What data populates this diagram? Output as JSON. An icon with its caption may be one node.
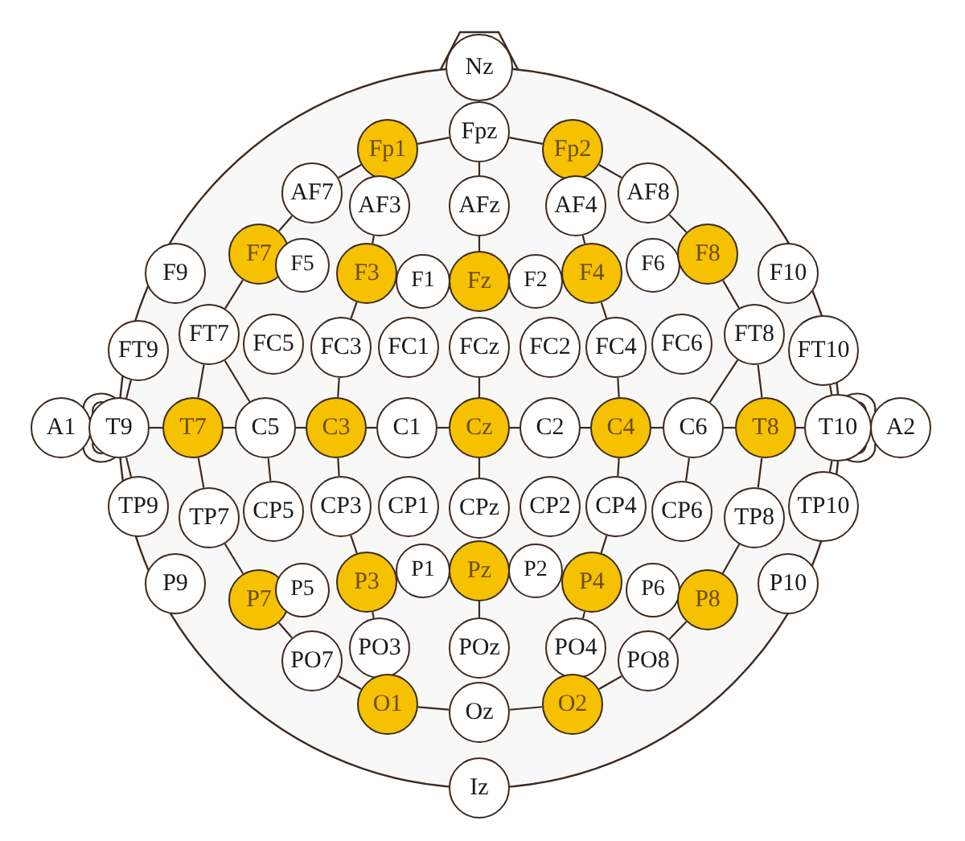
{
  "diagram": {
    "nodes": [
      {
        "text": [
          "Nz"
        ]
      },
      {
        "text": [
          "Fp1"
        ]
      },
      {
        "text": [
          "Fpz"
        ]
      },
      {
        "text": [
          "Fp2"
        ]
      },
      {
        "text": [
          "AF7"
        ]
      },
      {
        "text": [
          "AF3"
        ]
      },
      {
        "text": [
          "AFz"
        ]
      },
      {
        "text": [
          "AF4"
        ]
      },
      {
        "text": [
          "AF8"
        ]
      },
      {
        "text": [
          "F9"
        ]
      },
      {
        "text": [
          "F7"
        ]
      },
      {
        "text": [
          "F5"
        ]
      },
      {
        "text": [
          "F3"
        ]
      },
      {
        "text": [
          "F1"
        ]
      },
      {
        "text": [
          "Fz"
        ]
      },
      {
        "text": [
          "F2"
        ]
      },
      {
        "text": [
          "F4"
        ]
      },
      {
        "text": [
          "F6"
        ]
      },
      {
        "text": [
          "F8"
        ]
      },
      {
        "text": [
          "F10"
        ]
      },
      {
        "text": [
          "FT9"
        ]
      },
      {
        "text": [
          "FT7"
        ]
      },
      {
        "text": [
          "FC5"
        ]
      },
      {
        "text": [
          "FC3"
        ]
      },
      {
        "text": [
          "FC1"
        ]
      },
      {
        "text": [
          "FCz"
        ]
      },
      {
        "text": [
          "FC2"
        ]
      },
      {
        "text": [
          "FC4"
        ]
      },
      {
        "text": [
          "FC6"
        ]
      },
      {
        "text": [
          "FT8"
        ]
      },
      {
        "text": [
          "FT10"
        ]
      },
      {
        "text": [
          "A1"
        ]
      },
      {
        "text": [
          "T9"
        ]
      },
      {
        "text": [
          "T7"
        ]
      },
      {
        "text": [
          "C5"
        ]
      },
      {
        "text": [
          "C3"
        ]
      },
      {
        "text": [
          "C1"
        ]
      },
      {
        "text": [
          "Cz"
        ]
      },
      {
        "text": [
          "C2"
        ]
      },
      {
        "text": [
          "C4"
        ]
      },
      {
        "text": [
          "C6"
        ]
      },
      {
        "text": [
          "T8"
        ]
      },
      {
        "text": [
          "T10"
        ]
      },
      {
        "text": [
          "A2"
        ]
      },
      {
        "text": [
          "TP9"
        ]
      },
      {
        "text": [
          "TP7"
        ]
      },
      {
        "text": [
          "CP5"
        ]
      },
      {
        "text": [
          "CP3"
        ]
      },
      {
        "text": [
          "CP1"
        ]
      },
      {
        "text": [
          "CPz"
        ]
      },
      {
        "text": [
          "CP2"
        ]
      },
      {
        "text": [
          "CP4"
        ]
      },
      {
        "text": [
          "CP6"
        ]
      },
      {
        "text": [
          "TP8"
        ]
      },
      {
        "text": [
          "TP10"
        ]
      },
      {
        "text": [
          "P9"
        ]
      },
      {
        "text": [
          "P7"
        ]
      },
      {
        "text": [
          "P5"
        ]
      },
      {
        "text": [
          "P3"
        ]
      },
      {
        "text": [
          "P1"
        ]
      },
      {
        "text": [
          "Pz"
        ]
      },
      {
        "text": [
          "P2"
        ]
      },
      {
        "text": [
          "P4"
        ]
      },
      {
        "text": [
          "P6"
        ]
      },
      {
        "text": [
          "P8"
        ]
      },
      {
        "text": [
          "P10"
        ]
      },
      {
        "text": [
          "PO7"
        ]
      },
      {
        "text": [
          "PO3"
        ]
      },
      {
        "text": [
          "POz"
        ]
      },
      {
        "text": [
          "PO4"
        ]
      },
      {
        "text": [
          "PO8"
        ]
      },
      {
        "text": [
          "O1"
        ]
      },
      {
        "text": [
          "Oz"
        ]
      },
      {
        "text": [
          "O2"
        ]
      },
      {
        "text": [
          "Iz"
        ]
      }
    ],
    "edges": [
      {
        "from": 2,
        "to": 6,
        "arrow": "none"
      },
      {
        "from": 6,
        "to": 14,
        "arrow": "none"
      },
      {
        "from": 25,
        "to": 37,
        "arrow": "none"
      },
      {
        "from": 37,
        "to": 49,
        "arrow": "none"
      },
      {
        "from": 60,
        "to": 68,
        "arrow": "none"
      },
      {
        "from": 32,
        "to": 33,
        "arrow": "none"
      },
      {
        "from": 33,
        "to": 34,
        "arrow": "none"
      },
      {
        "from": 34,
        "to": 35,
        "arrow": "none"
      },
      {
        "from": 35,
        "to": 36,
        "arrow": "none"
      },
      {
        "from": 36,
        "to": 37,
        "arrow": "none"
      },
      {
        "from": 37,
        "to": 38,
        "arrow": "none"
      },
      {
        "from": 38,
        "to": 39,
        "arrow": "none"
      },
      {
        "from": 39,
        "to": 40,
        "arrow": "none"
      },
      {
        "from": 40,
        "to": 41,
        "arrow": "none"
      },
      {
        "from": 41,
        "to": 42,
        "arrow": "none"
      },
      {
        "from": 2,
        "to": 1,
        "arrow": "none"
      },
      {
        "from": 1,
        "to": 4,
        "arrow": "none"
      },
      {
        "from": 4,
        "to": 10,
        "arrow": "none"
      },
      {
        "from": 10,
        "to": 21,
        "arrow": "none"
      },
      {
        "from": 21,
        "to": 33,
        "arrow": "none"
      },
      {
        "from": 33,
        "to": 45,
        "arrow": "none"
      },
      {
        "from": 45,
        "to": 56,
        "arrow": "none"
      },
      {
        "from": 56,
        "to": 66,
        "arrow": "none"
      },
      {
        "from": 66,
        "to": 71,
        "arrow": "none"
      },
      {
        "from": 71,
        "to": 72,
        "arrow": "none"
      },
      {
        "from": 2,
        "to": 3,
        "arrow": "none"
      },
      {
        "from": 3,
        "to": 8,
        "arrow": "none"
      },
      {
        "from": 8,
        "to": 18,
        "arrow": "none"
      },
      {
        "from": 18,
        "to": 29,
        "arrow": "none"
      },
      {
        "from": 29,
        "to": 41,
        "arrow": "none"
      },
      {
        "from": 41,
        "to": 53,
        "arrow": "none"
      },
      {
        "from": 53,
        "to": 64,
        "arrow": "none"
      },
      {
        "from": 64,
        "to": 70,
        "arrow": "none"
      },
      {
        "from": 70,
        "to": 73,
        "arrow": "none"
      },
      {
        "from": 73,
        "to": 72,
        "arrow": "none"
      },
      {
        "from": 20,
        "to": 32,
        "arrow": "none"
      },
      {
        "from": 32,
        "to": 44,
        "arrow": "none"
      },
      {
        "from": 30,
        "to": 42,
        "arrow": "none"
      },
      {
        "from": 42,
        "to": 54,
        "arrow": "none"
      },
      {
        "from": 5,
        "to": 12,
        "arrow": "none"
      },
      {
        "from": 12,
        "to": 23,
        "arrow": "none"
      },
      {
        "from": 23,
        "to": 35,
        "arrow": "none"
      },
      {
        "from": 35,
        "to": 47,
        "arrow": "none"
      },
      {
        "from": 47,
        "to": 58,
        "arrow": "none"
      },
      {
        "from": 58,
        "to": 67,
        "arrow": "none"
      },
      {
        "from": 7,
        "to": 16,
        "arrow": "none"
      },
      {
        "from": 16,
        "to": 27,
        "arrow": "none"
      },
      {
        "from": 27,
        "to": 39,
        "arrow": "none"
      },
      {
        "from": 39,
        "to": 51,
        "arrow": "none"
      },
      {
        "from": 51,
        "to": 62,
        "arrow": "none"
      },
      {
        "from": 62,
        "to": 69,
        "arrow": "none"
      },
      {
        "from": 21,
        "to": 34,
        "arrow": "none"
      },
      {
        "from": 34,
        "to": 46,
        "arrow": "none"
      },
      {
        "from": 29,
        "to": 40,
        "arrow": "none"
      },
      {
        "from": 40,
        "to": 52,
        "arrow": "none"
      }
    ]
  }
}
